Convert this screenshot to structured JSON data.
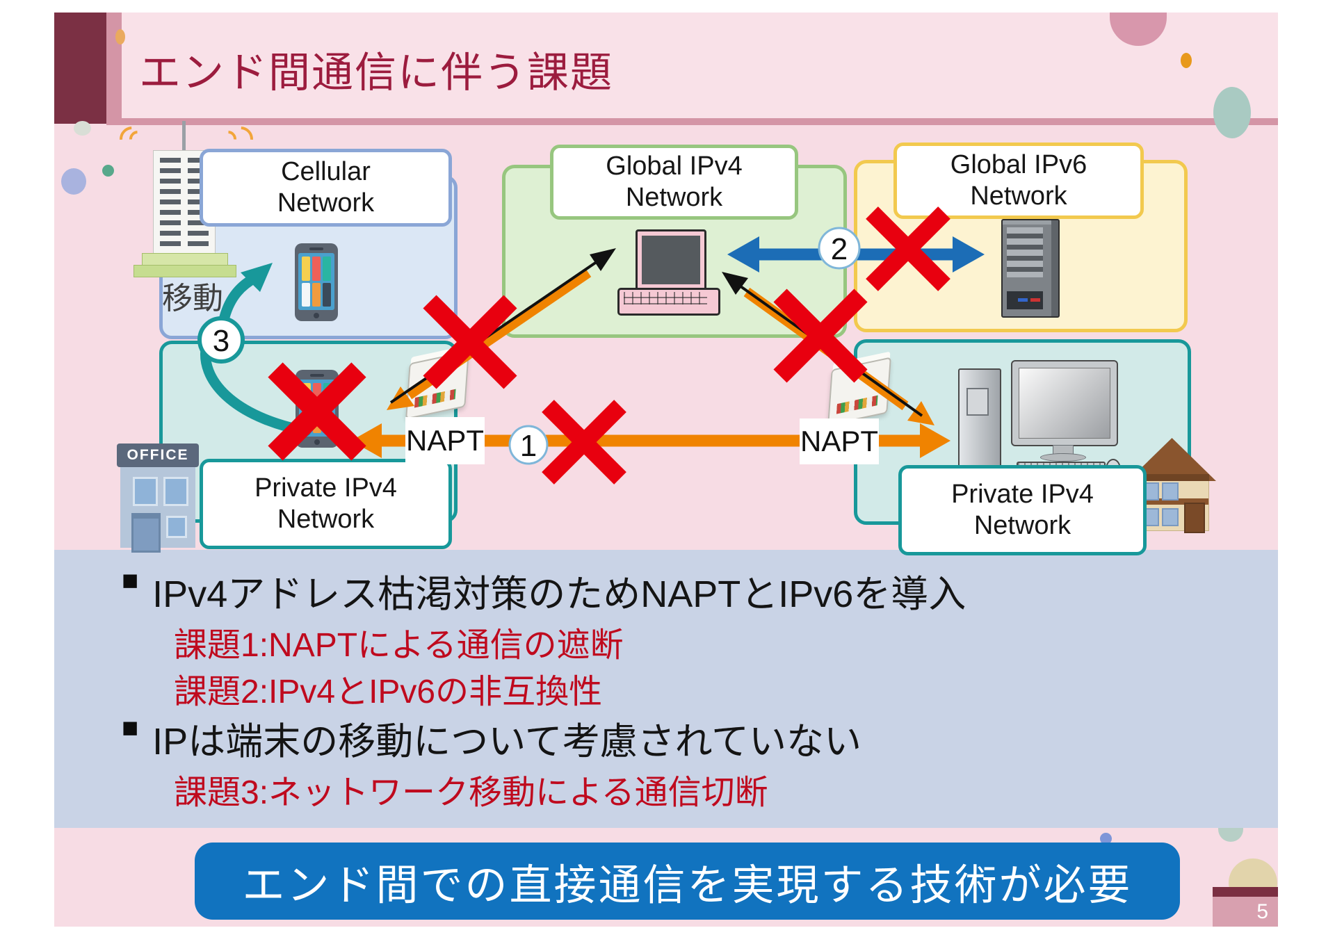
{
  "slide": {
    "title": "エンド間通信に伴う課題",
    "page_number": "5",
    "banner": "エンド間での直接通信を実現する技術が必要",
    "bullet_glyph": "■"
  },
  "diagram": {
    "networks": [
      {
        "id": "cellular",
        "line1": "Cellular",
        "line2": "Network"
      },
      {
        "id": "global-ipv4",
        "line1": "Global IPv4",
        "line2": "Network"
      },
      {
        "id": "global-ipv6",
        "line1": "Global IPv6",
        "line2": "Network"
      },
      {
        "id": "private-ipv4-left",
        "line1": "Private IPv4",
        "line2": "Network"
      },
      {
        "id": "private-ipv4-right",
        "line1": "Private IPv4",
        "line2": "Network"
      }
    ],
    "napt_left": "NAPT",
    "napt_right": "NAPT",
    "markers": {
      "one": "1",
      "two": "2",
      "three": "3"
    },
    "move_label": "移動",
    "office_sign": "OFFICE"
  },
  "bullets": [
    {
      "text": "IPv4アドレス枯渇対策のためNAPTとIPv6を導入",
      "type": "main"
    },
    {
      "text": "課題1:NAPTによる通信の遮断",
      "type": "issue"
    },
    {
      "text": "課題2:IPv4とIPv6の非互換性",
      "type": "issue"
    },
    {
      "text": "IPは端末の移動について考慮されていない",
      "type": "main"
    },
    {
      "text": "課題3:ネットワーク移動による通信切断",
      "type": "issue"
    }
  ],
  "colors": {
    "slide_bg": "#f7dce4",
    "header_block": "#7b3044",
    "header_rose": "#d495a6",
    "title_text": "#9c1c3e",
    "bullet_band": "#c9d3e6",
    "issue_red": "#bf0a1e",
    "banner_blue": "#1173bf",
    "cross_red": "#e8000f",
    "arrow_orange": "#f08300",
    "arrow_blue": "#1c6db6",
    "arrow_teal": "#18989a",
    "cellular_border": "#8aa6d6",
    "ipv4_border": "#97c67f",
    "ipv6_border": "#f2c94e",
    "private_border": "#18989a"
  }
}
